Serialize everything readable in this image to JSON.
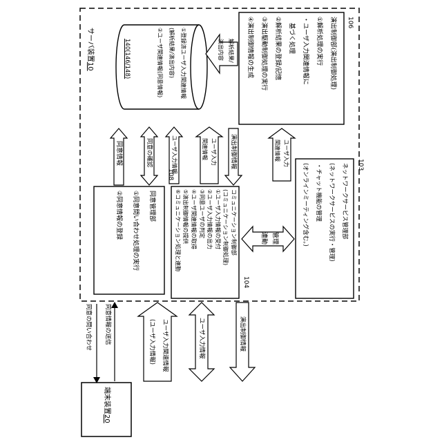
{
  "figure": {
    "server": {
      "label": "サーバ装置",
      "ref": "10"
    },
    "terminal": {
      "label": "端末装置",
      "ref": "20"
    },
    "database": {
      "ref": "140(146/148)",
      "lines": [
        "①登録済ユーザ入力関連情報",
        "(解析結果/演出内容)",
        "②ユーザ関連情報(同意情報)"
      ]
    },
    "effect_box": {
      "ref": "106",
      "lines": [
        "演出制御部(演出制御処理)",
        "①解析処理の実行",
        "・ユーザ入力関連情報に",
        "　基づく処理",
        "②解析結果の登録/記憶",
        "③演出駆動制御処理の実行",
        "④演出制御情報の生成"
      ]
    },
    "consent_box": {
      "ref": "108",
      "lines": [
        "同意管理部",
        "①同意問い合わせ処理の実行",
        "②同意情報の登録"
      ]
    },
    "comm_box": {
      "ref": "104",
      "lines": [
        "コミュニケーション制御部",
        "(コミュニケーション制御処理)",
        "①ユーザ入力情報の受付",
        "②ユーザ入力情報の出力",
        "③同意ユーザの判定",
        "④ユーザ関連情報の取得",
        "⑤演出制御情報の提供",
        "⑥コミュニケーション処理と連動"
      ]
    },
    "network_box": {
      "ref": "103",
      "lines": [
        "ネットワークサービス管理部",
        "(ネットワークサービスの実行・管理)",
        "・チャット機能の管理",
        "(オンラインミーティング含む。)"
      ]
    },
    "arrows": {
      "analysis_result": [
        "解析結果/",
        "演出内容"
      ],
      "consent_info": "同意情報",
      "consent_check": "同意の確認",
      "user_input_info": "ユーザ入力情報",
      "user_input_related": [
        "ユーザ入力",
        "関連情報"
      ],
      "effect_control": "演出制御情報",
      "user_input_related2": [
        "ユーザ入力",
        "関連情報"
      ],
      "manage": [
        "管理",
        "連動"
      ],
      "consent_inquiry": "同意の問い合わせ",
      "consent_send": "同意情報の送信",
      "input_up": [
        "ユーザ入力関連情報",
        "(ユーザ入力情報)"
      ],
      "input_both": "ユーザ入力情報",
      "effect_to_terminal": "演出制御情報"
    }
  }
}
